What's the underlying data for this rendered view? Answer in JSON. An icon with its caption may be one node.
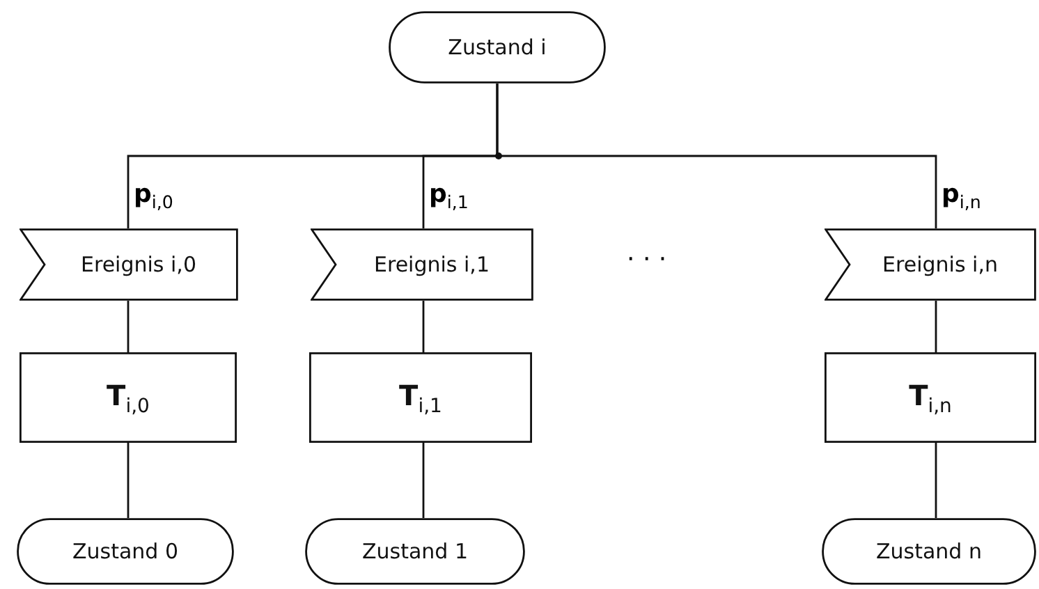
{
  "diagram": {
    "nodes": [
      {
        "text": [
          "Zustand i"
        ]
      },
      {
        "text": [
          "Ereignis i,0"
        ]
      },
      {
        "text": [
          "Ereignis i,1"
        ]
      },
      {
        "text": [
          "Ereignis i,n"
        ]
      },
      {
        "text": [
          "T$_{i,0}$"
        ]
      },
      {
        "text": [
          "T$_{i,1}$"
        ]
      },
      {
        "text": [
          "T$_{i,n}$"
        ]
      },
      {
        "text": [
          "Zustand 0"
        ]
      },
      {
        "text": [
          "Zustand 1"
        ]
      },
      {
        "text": [
          "Zustand n"
        ]
      }
    ],
    "edges": [
      {
        "from": 0,
        "to": 1,
        "arrow": "none",
        "label": "p$_{i,0}$"
      },
      {
        "from": 0,
        "to": 2,
        "arrow": "none",
        "label": "p$_{i,1}$"
      },
      {
        "from": 0,
        "to": 3,
        "arrow": "none",
        "label": "p$_{i,n}$"
      },
      {
        "from": 1,
        "to": 4,
        "arrow": "none"
      },
      {
        "from": 2,
        "to": 5,
        "arrow": "none"
      },
      {
        "from": 3,
        "to": 6,
        "arrow": "none"
      },
      {
        "from": 4,
        "to": 7,
        "arrow": "none"
      },
      {
        "from": 5,
        "to": 8,
        "arrow": "none"
      },
      {
        "from": 6,
        "to": 9,
        "arrow": "none"
      }
    ],
    "labels": [
      "· · ·"
    ]
  }
}
